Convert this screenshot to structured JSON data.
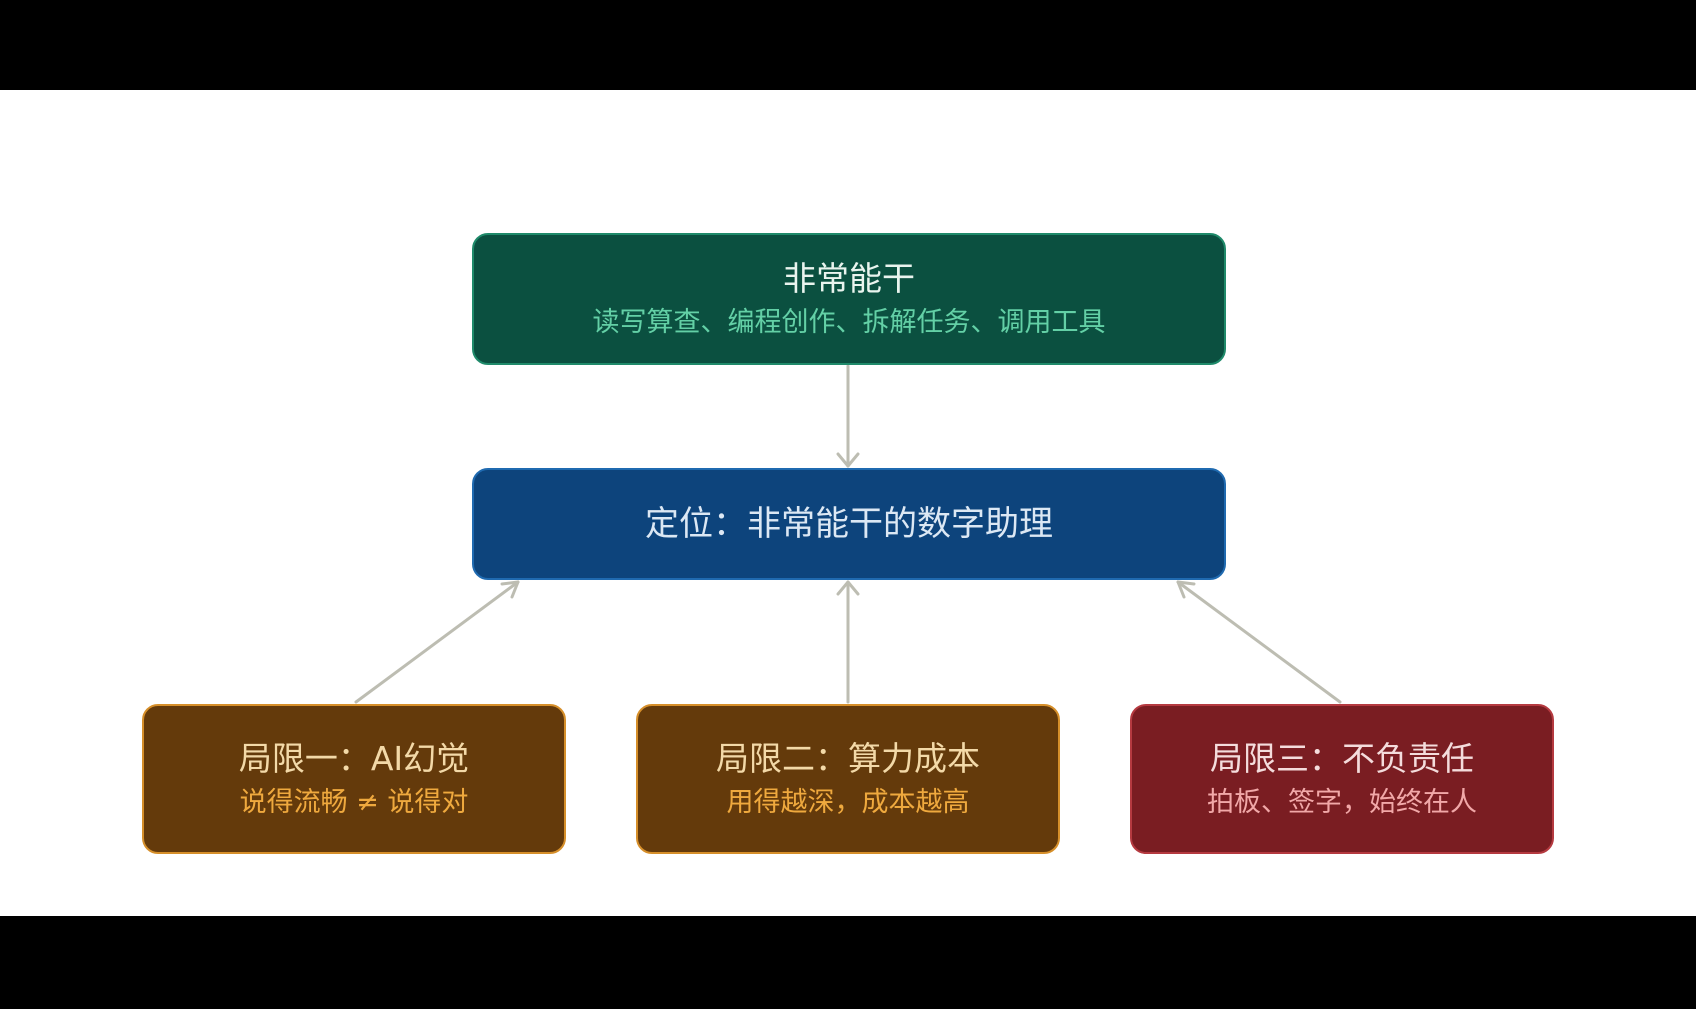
{
  "top": {
    "title": "非常能干",
    "subtitle": "读写算查、编程创作、拆解任务、调用工具"
  },
  "center": {
    "title": "定位：非常能干的数字助理"
  },
  "limits": [
    {
      "title": "局限一：AI幻觉",
      "subtitle": "说得流畅 ≠ 说得对"
    },
    {
      "title": "局限二：算力成本",
      "subtitle": "用得越深，成本越高"
    },
    {
      "title": "局限三：不负责任",
      "subtitle": "拍板、签字，始终在人"
    }
  ],
  "colors": {
    "top_fill": "#0b5040",
    "center_fill": "#0d447c",
    "limit_fill_amber": "#643a0b",
    "limit_fill_red": "#7a1d22",
    "arrow": "#bdbdb2"
  }
}
